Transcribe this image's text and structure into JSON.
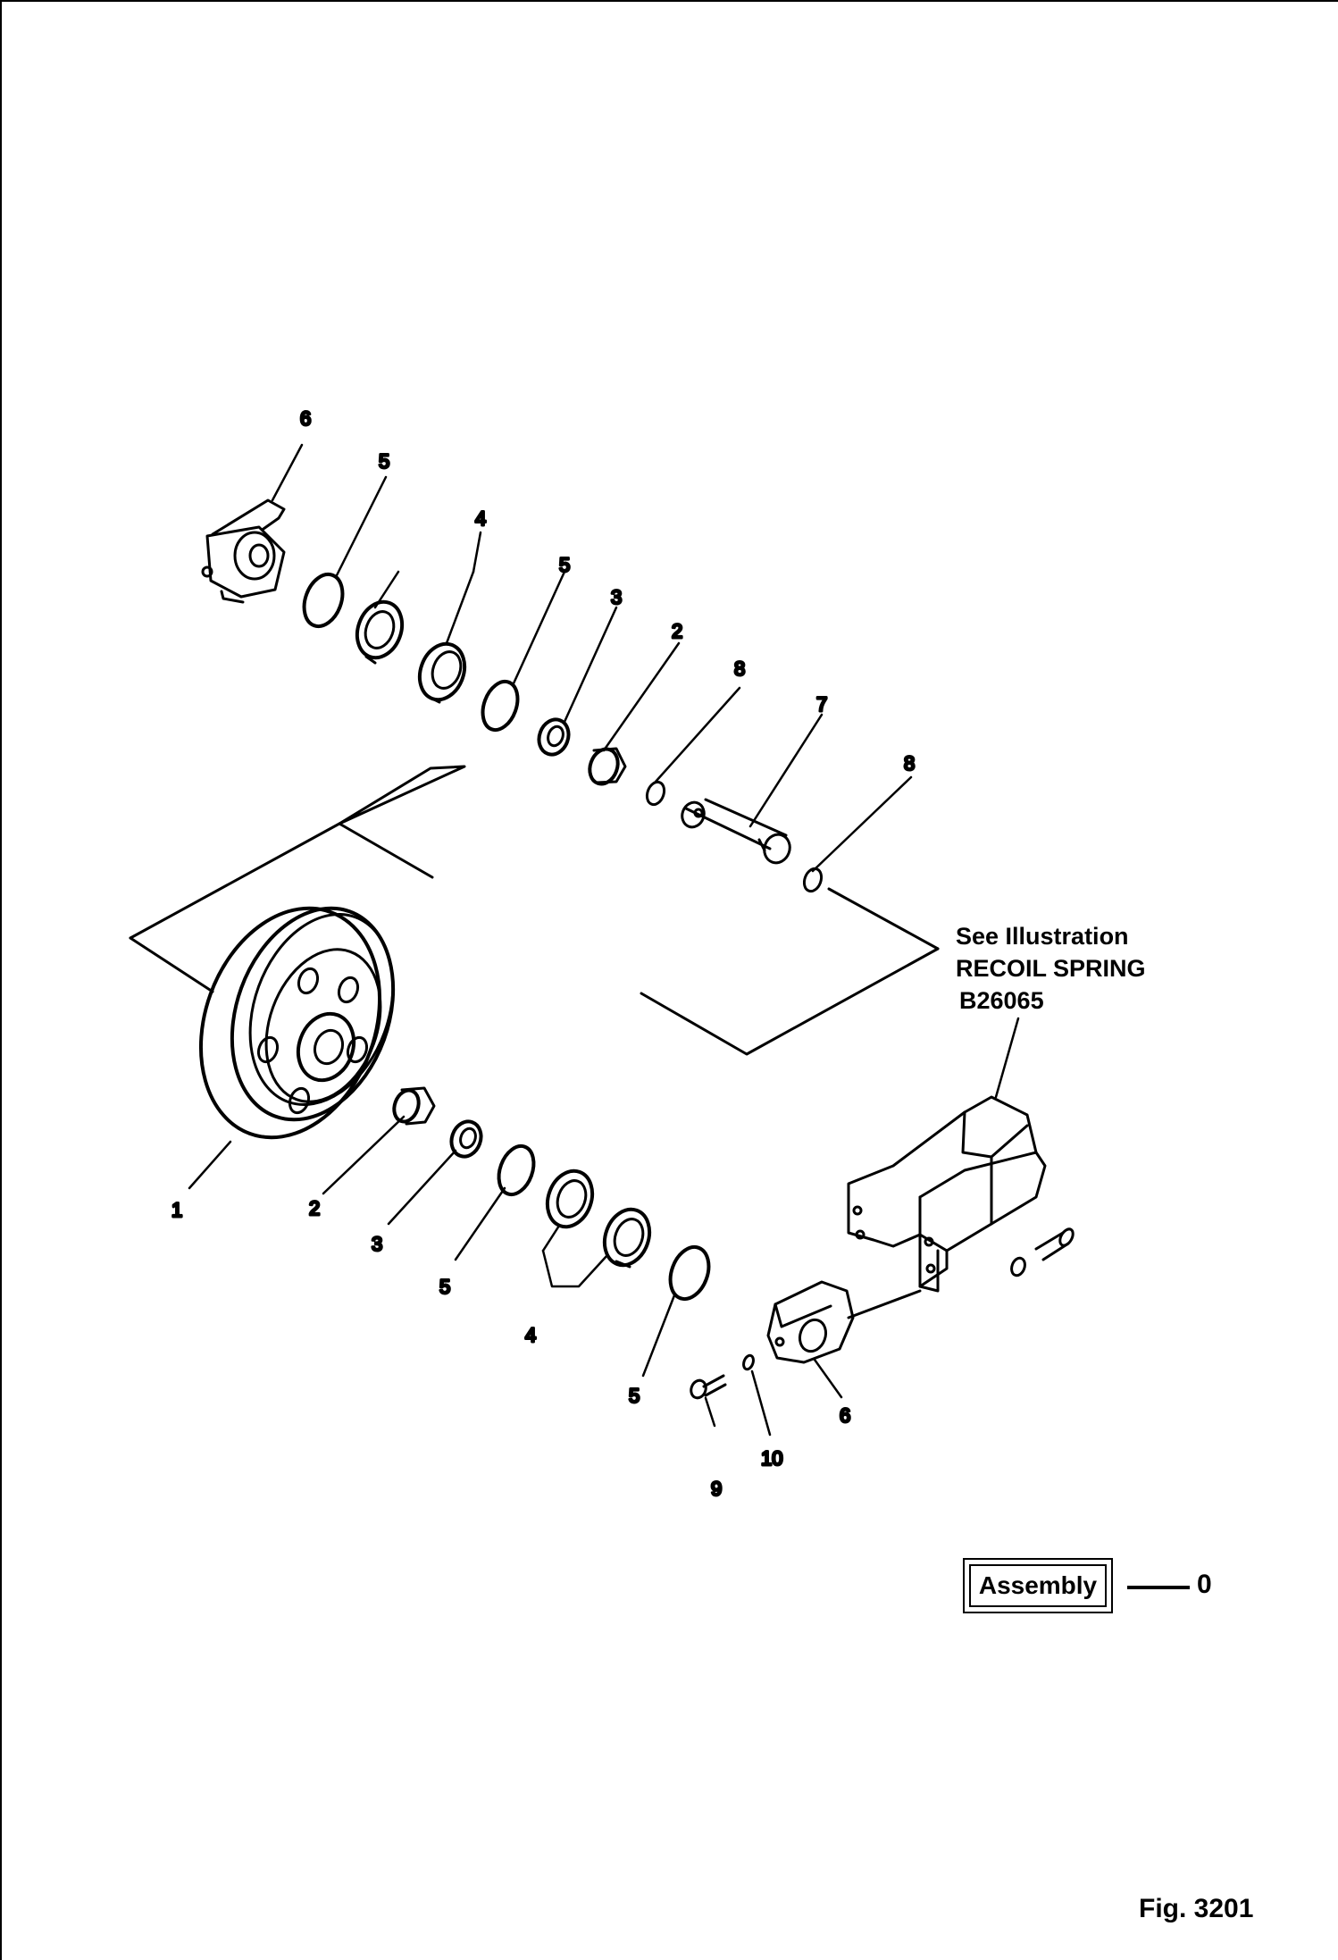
{
  "callouts": {
    "c1": "1",
    "c2a": "2",
    "c2b": "2",
    "c3a": "3",
    "c3b": "3",
    "c4a": "4",
    "c4b": "4",
    "c5a": "5",
    "c5b": "5",
    "c5c": "5",
    "c5d": "5",
    "c6a": "6",
    "c6b": "6",
    "c7": "7",
    "c8a": "8",
    "c8b": "8",
    "c9": "9",
    "c10": "10"
  },
  "reference": {
    "line1": "See Illustration",
    "line2": "RECOIL SPRING",
    "line3": "B26065"
  },
  "assembly": {
    "label": "Assembly",
    "number": "0"
  },
  "figure_label": "Fig. 3201"
}
